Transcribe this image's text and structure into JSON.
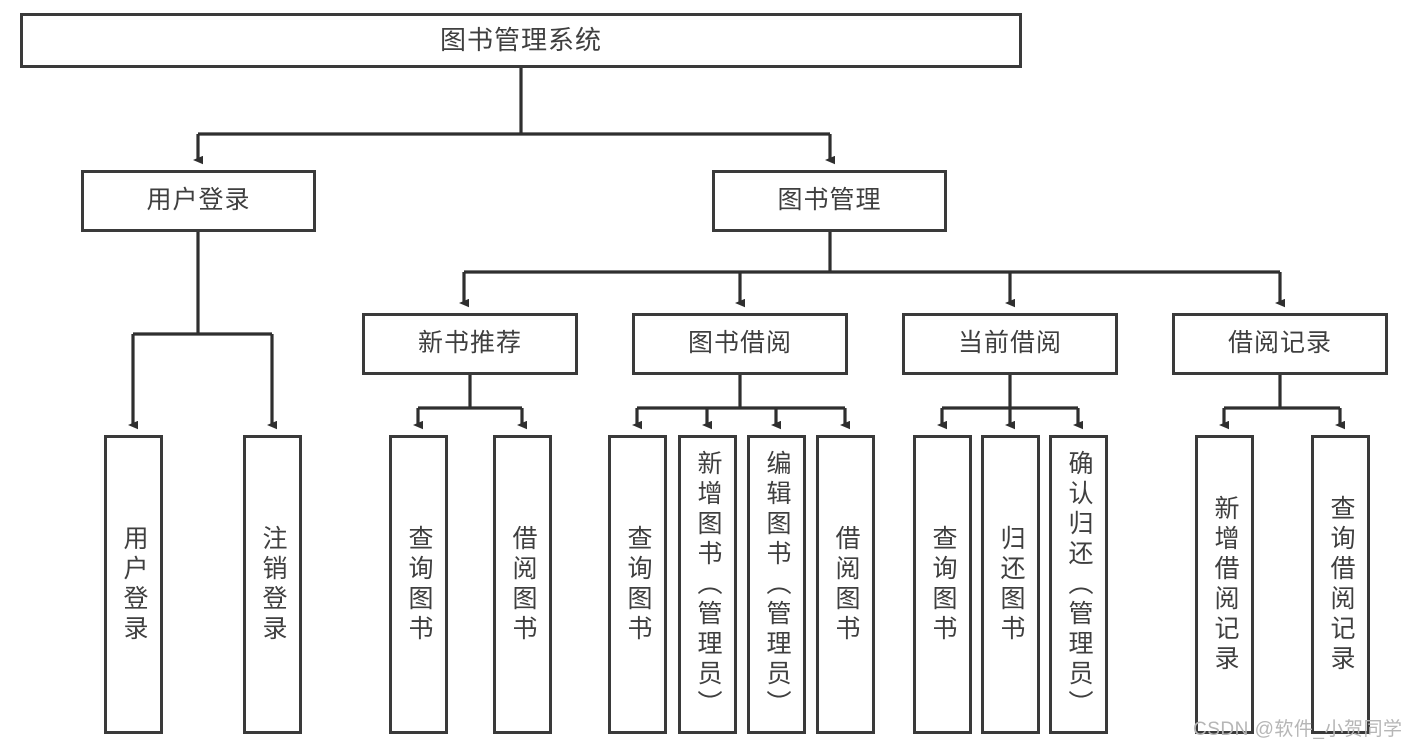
{
  "diagram": {
    "type": "tree",
    "title": "图书管理系统",
    "style": {
      "box_border_color": "#3a3a3a",
      "box_fill_color": "#ffffff",
      "text_color": "#3f3f3f",
      "edge_color": "#2f2f2f",
      "background": "#ffffff"
    },
    "nodes": {
      "root": {
        "label": "图书管理系统"
      },
      "level2": [
        {
          "id": "user-login",
          "label": "用户登录"
        },
        {
          "id": "book-management",
          "label": "图书管理"
        }
      ],
      "level3": [
        {
          "id": "new-book-recommend",
          "label": "新书推荐"
        },
        {
          "id": "book-borrow",
          "label": "图书借阅"
        },
        {
          "id": "current-borrow",
          "label": "当前借阅"
        },
        {
          "id": "borrow-record",
          "label": "借阅记录"
        }
      ],
      "leaves": {
        "user-login": [
          {
            "id": "leaf-user-login",
            "label": "用户登录"
          },
          {
            "id": "leaf-logout-login",
            "label": "注销登录"
          }
        ],
        "new-book-recommend": [
          {
            "id": "leaf-query-book-1",
            "label": "查询图书"
          },
          {
            "id": "leaf-borrow-book-1",
            "label": "借阅图书"
          }
        ],
        "book-borrow": [
          {
            "id": "leaf-query-book-2",
            "label": "查询图书"
          },
          {
            "id": "leaf-add-book",
            "label": "新增图书（管理员）"
          },
          {
            "id": "leaf-edit-book",
            "label": "编辑图书（管理员）"
          },
          {
            "id": "leaf-borrow-book-2",
            "label": "借阅图书"
          }
        ],
        "current-borrow": [
          {
            "id": "leaf-query-book-3",
            "label": "查询图书"
          },
          {
            "id": "leaf-return-book",
            "label": "归还图书"
          },
          {
            "id": "leaf-confirm-return",
            "label": "确认归还（管理员）"
          }
        ],
        "borrow-record": [
          {
            "id": "leaf-add-record",
            "label": "新增借阅记录"
          },
          {
            "id": "leaf-query-record",
            "label": "查询借阅记录"
          }
        ]
      }
    }
  },
  "watermark": {
    "text": "CSDN @软件_小贺同学"
  }
}
